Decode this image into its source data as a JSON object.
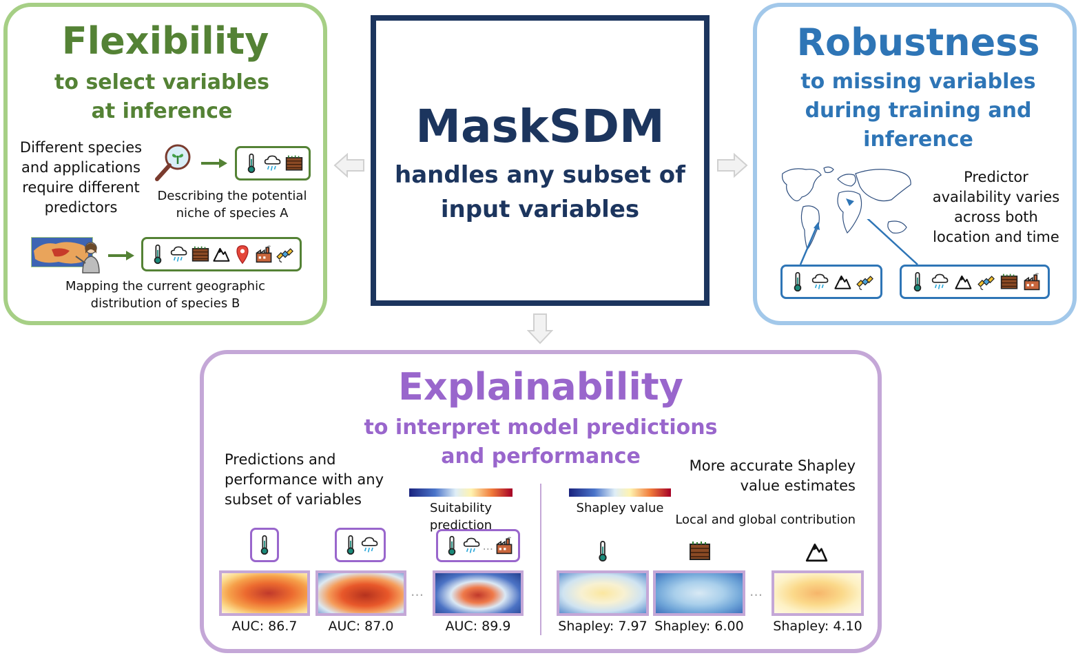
{
  "center": {
    "title": "MaskSDM",
    "subtitle_line1": "handles any subset of",
    "subtitle_line2": "input variables"
  },
  "flexibility": {
    "title": "Flexibility",
    "subtitle_line1": "to select variables",
    "subtitle_line2": "at inference",
    "desc_line1": "Different species",
    "desc_line2": "and applications",
    "desc_line3": "require different",
    "desc_line4": "predictors",
    "example_a_line1": "Describing the potential",
    "example_a_line2": "niche of species A",
    "example_b_line1": "Mapping the current geographic",
    "example_b_line2": "distribution of species B"
  },
  "robustness": {
    "title": "Robustness",
    "subtitle_line1": "to missing variables",
    "subtitle_line2": "during training and",
    "subtitle_line3": "inference",
    "desc_line1": "Predictor",
    "desc_line2": "availability varies",
    "desc_line3": "across both",
    "desc_line4": "location and time"
  },
  "explainability": {
    "title": "Explainability",
    "subtitle_line1": "to interpret model predictions",
    "subtitle_line2": "and performance",
    "left_desc_line1": "Predictions and",
    "left_desc_line2": "performance with any",
    "left_desc_line3": "subset of variables",
    "right_desc_line1": "More accurate Shapley",
    "right_desc_line2": "value estimates",
    "local_global": "Local and global contribution",
    "suitability_label": "Suitability prediction",
    "shapley_label": "Shapley value",
    "ellipsis": "...",
    "auc_labels": [
      "AUC: 86.7",
      "AUC: 87.0",
      "AUC: 89.9"
    ],
    "shapley_labels": [
      "Shapley: 7.97",
      "Shapley: 6.00",
      "Shapley: 4.10"
    ]
  },
  "icons": [
    "thermometer-icon",
    "rain-cloud-icon",
    "soil-icon",
    "mountain-icon",
    "location-pin-icon",
    "factory-icon",
    "satellite-icon",
    "magnifier-plant-icon",
    "world-map-icon",
    "presenter-icon"
  ],
  "colors": {
    "flexibility": "#548235",
    "robustness": "#2e75b6",
    "explainability": "#9966cc",
    "center": "#1c355e"
  }
}
